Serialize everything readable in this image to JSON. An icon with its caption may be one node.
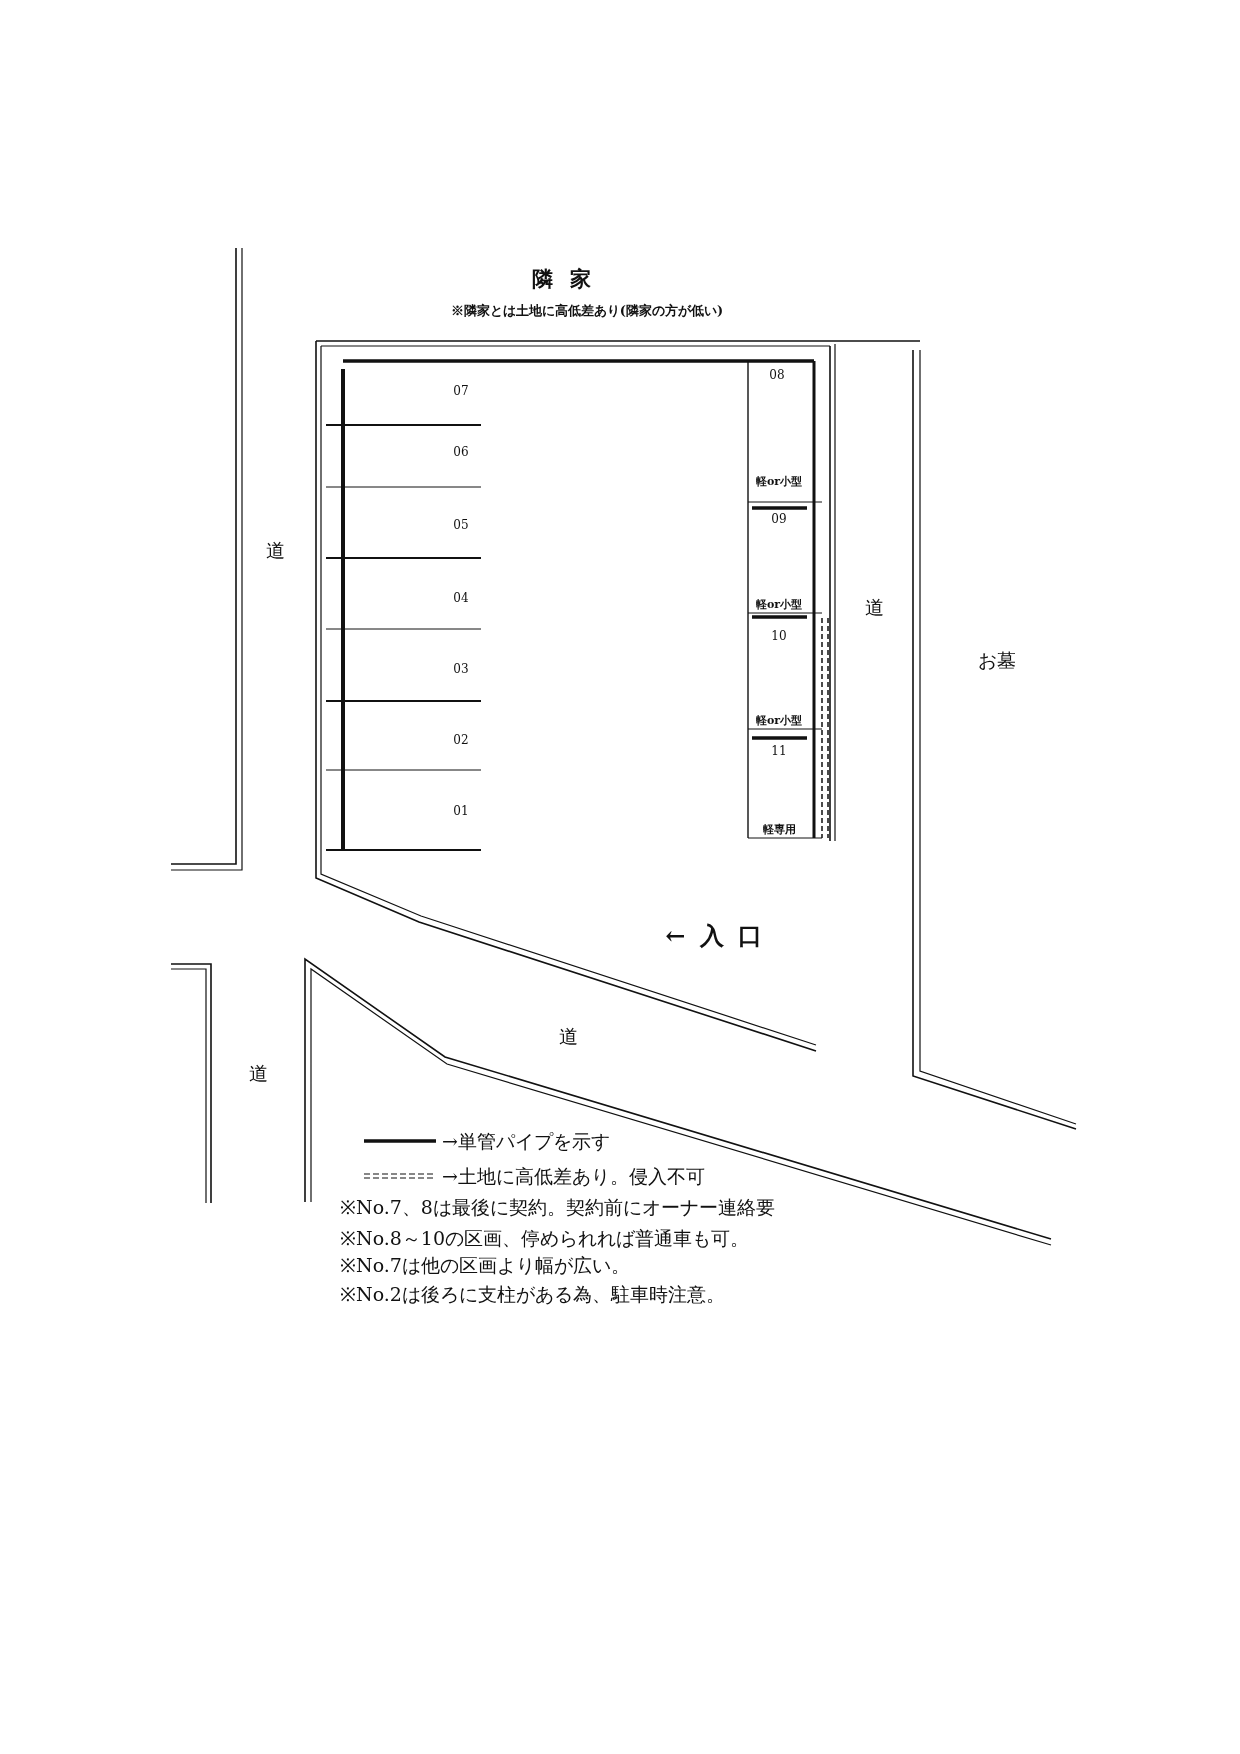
{
  "diagram": {
    "labels": [
      "隣家",
      "※隣家とは土地に高低差あり(隣家の方が低い)",
      "07",
      "08",
      "06",
      "軽or小型",
      "09",
      "道",
      "05",
      "04",
      "軽or小型",
      "道",
      "10",
      "お墓",
      "03",
      "軽or小型",
      "02",
      "11",
      "01",
      "軽専用",
      "←入口",
      "道",
      "道",
      "※No.7、8は最後に契約。契約前にオーナー連絡要",
      "※No.8～10の区画、停められれば普通車も可。",
      "※No.7は他の区画より幅が広い。",
      "※No.2は後ろに支柱がある為、駐車時注意。"
    ],
    "legend": [
      {
        "text": "→単管パイプを示す"
      },
      {
        "text": "→土地に高低差あり。侵入不可"
      }
    ]
  }
}
